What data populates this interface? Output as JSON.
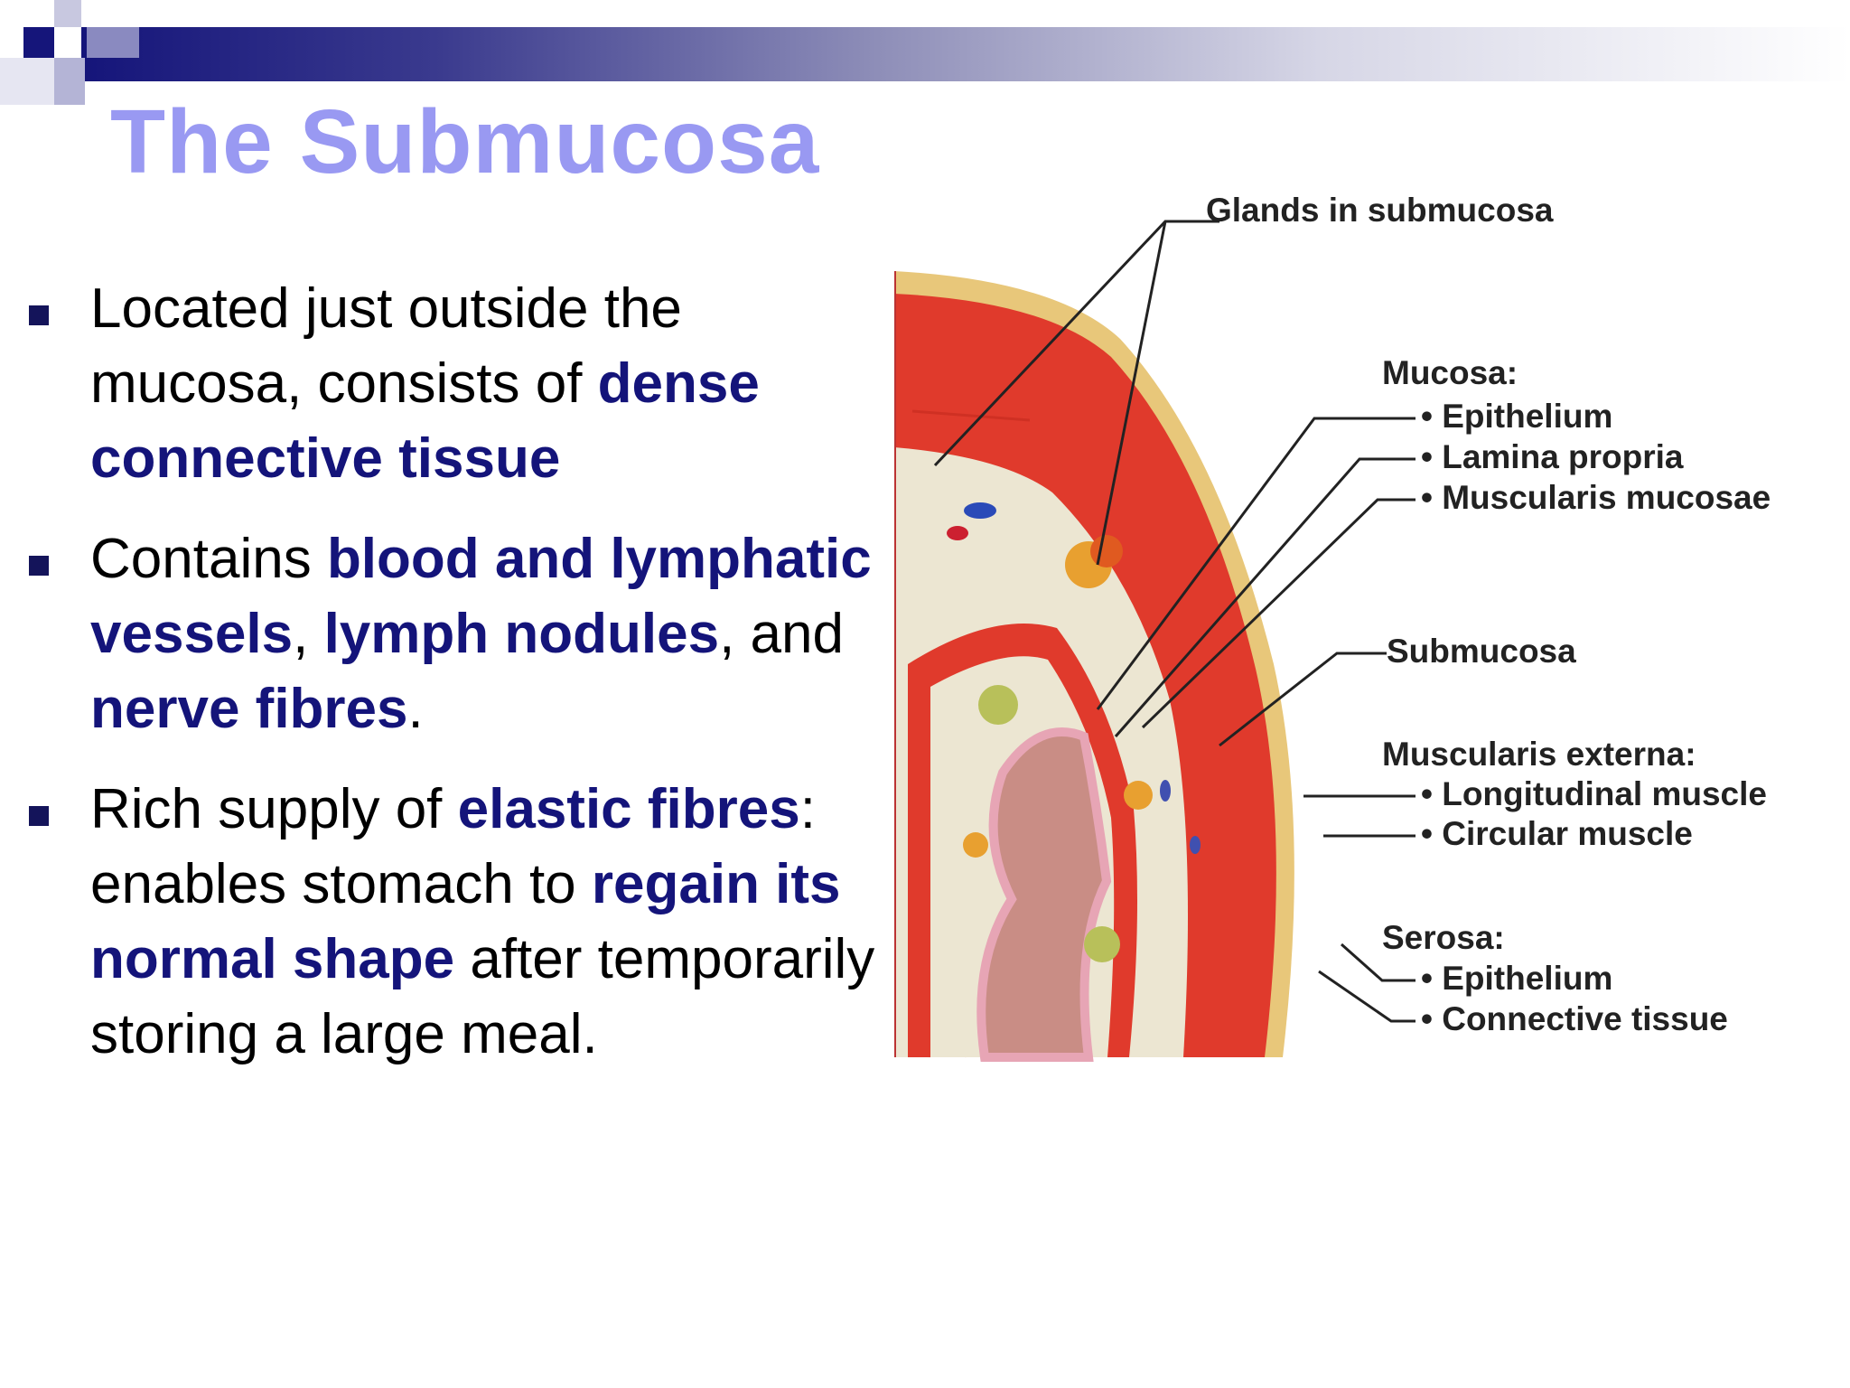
{
  "slide": {
    "title": "The Submucosa",
    "bullets": [
      {
        "runs": [
          {
            "text": "Located just outside the mucosa, consists of ",
            "emphasis": false
          },
          {
            "text": "dense connective tissue",
            "emphasis": true
          }
        ]
      },
      {
        "runs": [
          {
            "text": "Contains ",
            "emphasis": false
          },
          {
            "text": "blood and lymphatic vessels",
            "emphasis": true
          },
          {
            "text": ", ",
            "emphasis": false
          },
          {
            "text": "lymph nodules",
            "emphasis": true
          },
          {
            "text": ", and ",
            "emphasis": false
          },
          {
            "text": "nerve fibres",
            "emphasis": true
          },
          {
            "text": ".",
            "emphasis": false
          }
        ]
      },
      {
        "runs": [
          {
            "text": "Rich supply of ",
            "emphasis": false
          },
          {
            "text": "elastic fibres",
            "emphasis": true
          },
          {
            "text": ": enables stomach to ",
            "emphasis": false
          },
          {
            "text": "regain its normal shape",
            "emphasis": true
          },
          {
            "text": " after temporarily storing a large meal.",
            "emphasis": false
          }
        ]
      }
    ]
  },
  "diagram": {
    "labels": {
      "glands": "Glands in submucosa",
      "mucosa": "Mucosa:",
      "epithelium": "• Epithelium",
      "lamina_propria": "• Lamina propria",
      "muscularis_mucosae": "• Muscularis mucosae",
      "submucosa": "Submucosa",
      "muscularis_externa": "Muscularis externa:",
      "longitudinal": "• Longitudinal muscle",
      "circular": "• Circular muscle",
      "serosa": "Serosa:",
      "serosa_epithelium": "• Epithelium",
      "connective": "• Connective tissue"
    }
  },
  "colors": {
    "title": "#9999f2",
    "emphasis": "#14147a",
    "bullet": "#14145a",
    "muscle": "#e03a2c",
    "submucosa": "#ece6d2"
  }
}
